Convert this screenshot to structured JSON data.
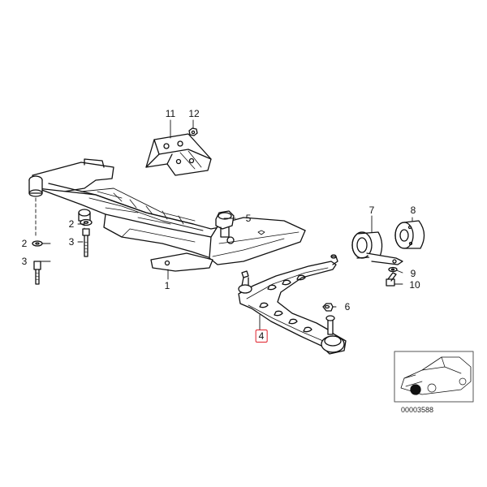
{
  "diagram": {
    "code": "00003588",
    "highlight_color": "#e0202a",
    "line_color": "#111111",
    "callouts": [
      {
        "id": "11",
        "label": "11"
      },
      {
        "id": "12",
        "label": "12"
      },
      {
        "id": "5",
        "label": "5"
      },
      {
        "id": "2a",
        "label": "2"
      },
      {
        "id": "3a",
        "label": "3"
      },
      {
        "id": "2b",
        "label": "2"
      },
      {
        "id": "3b",
        "label": "3"
      },
      {
        "id": "1",
        "label": "1"
      },
      {
        "id": "7",
        "label": "7"
      },
      {
        "id": "8",
        "label": "8"
      },
      {
        "id": "9",
        "label": "9"
      },
      {
        "id": "10",
        "label": "10"
      },
      {
        "id": "6",
        "label": "6"
      },
      {
        "id": "4",
        "label": "4",
        "highlighted": true
      }
    ]
  }
}
